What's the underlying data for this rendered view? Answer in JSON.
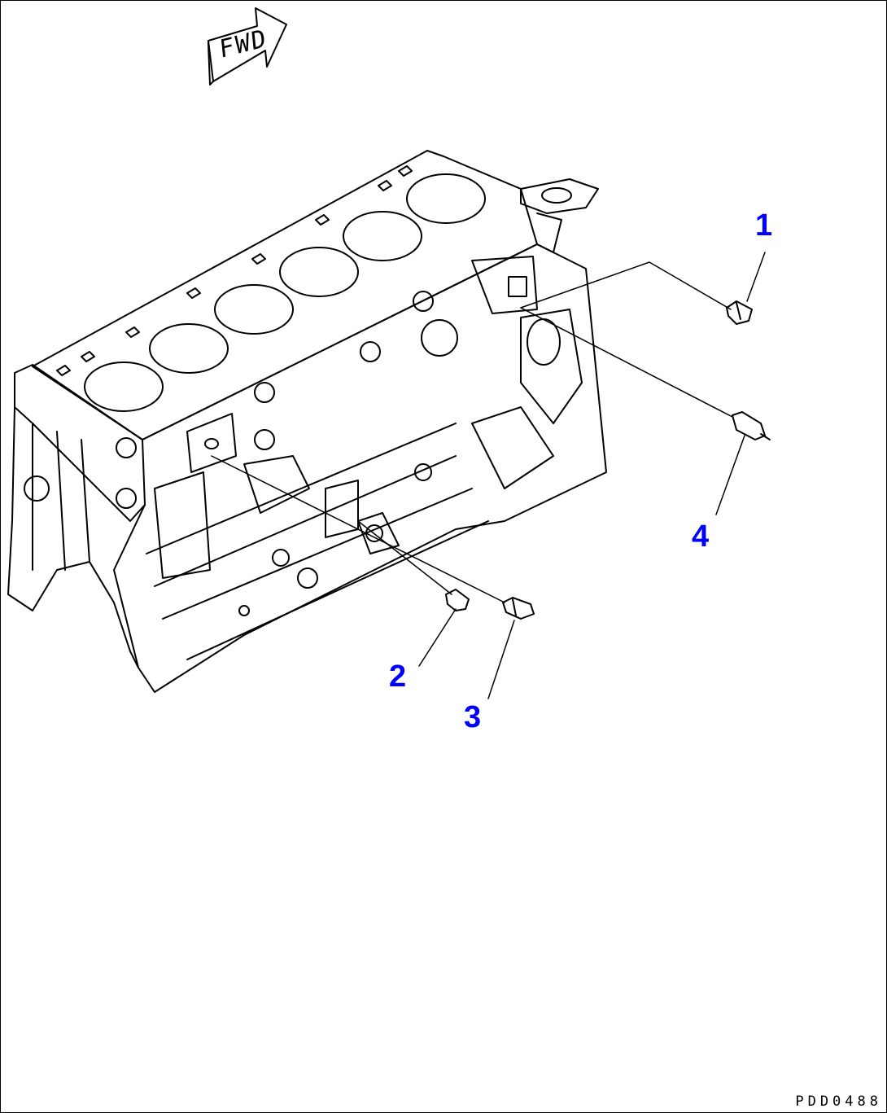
{
  "colors": {
    "line": "#000000",
    "callout": "#0000ff",
    "background": "#ffffff"
  },
  "direction_arrow": {
    "label": "FWD"
  },
  "callouts": [
    {
      "id": "callout-1",
      "label": "1"
    },
    {
      "id": "callout-2",
      "label": "2"
    },
    {
      "id": "callout-3",
      "label": "3"
    },
    {
      "id": "callout-4",
      "label": "4"
    }
  ],
  "drawing_code": "PDD0488"
}
